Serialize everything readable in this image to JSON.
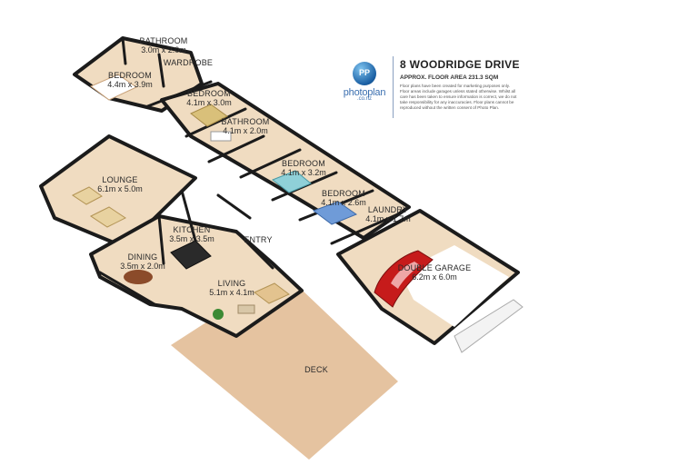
{
  "header": {
    "logo_text": "photoplan",
    "logo_sub": ".co.nz",
    "logo_mark": "PP",
    "title": "8 WOODRIDGE DRIVE",
    "floor_area": "APPROX. FLOOR AREA 231.3 SQM",
    "disclaimer": "Floor plans have been created for marketing purposes only. Floor areas include garages unless stated otherwise. Whilst all care has been taken to ensure information is correct, we do not take responsibility for any inaccuracies. Floor plans cannot be reproduced without the written consent of Photo Plan."
  },
  "rooms": [
    {
      "name": "BATHROOM",
      "size": "3.0m x 2.0m"
    },
    {
      "name": "WARDROBE",
      "size": ""
    },
    {
      "name": "BEDROOM",
      "size": "4.4m x 3.9m"
    },
    {
      "name": "BEDROOM",
      "size": "4.1m x 3.0m"
    },
    {
      "name": "BATHROOM",
      "size": "4.1m x 2.0m"
    },
    {
      "name": "BEDROOM",
      "size": "4.1m x 3.2m"
    },
    {
      "name": "BEDROOM",
      "size": "4.1m x 2.6m"
    },
    {
      "name": "LAUNDRY",
      "size": "4.1m x 1.7m"
    },
    {
      "name": "LOUNGE",
      "size": "6.1m x 5.0m"
    },
    {
      "name": "KITCHEN",
      "size": "3.5m x 3.5m"
    },
    {
      "name": "ENTRY",
      "size": ""
    },
    {
      "name": "DINING",
      "size": "3.5m x 2.0m"
    },
    {
      "name": "LIVING",
      "size": "5.1m x 4.1m"
    },
    {
      "name": "DOUBLE GARAGE",
      "size": "6.2m x 6.0m"
    },
    {
      "name": "DECK",
      "size": ""
    }
  ],
  "colors": {
    "floor": "#f0dcc1",
    "wall": "#1b1b1b",
    "deck": "#e5c3a0",
    "garage_floor": "#ffffff",
    "accent_blue": "#1a5fa3",
    "car": "#c61b1b"
  }
}
